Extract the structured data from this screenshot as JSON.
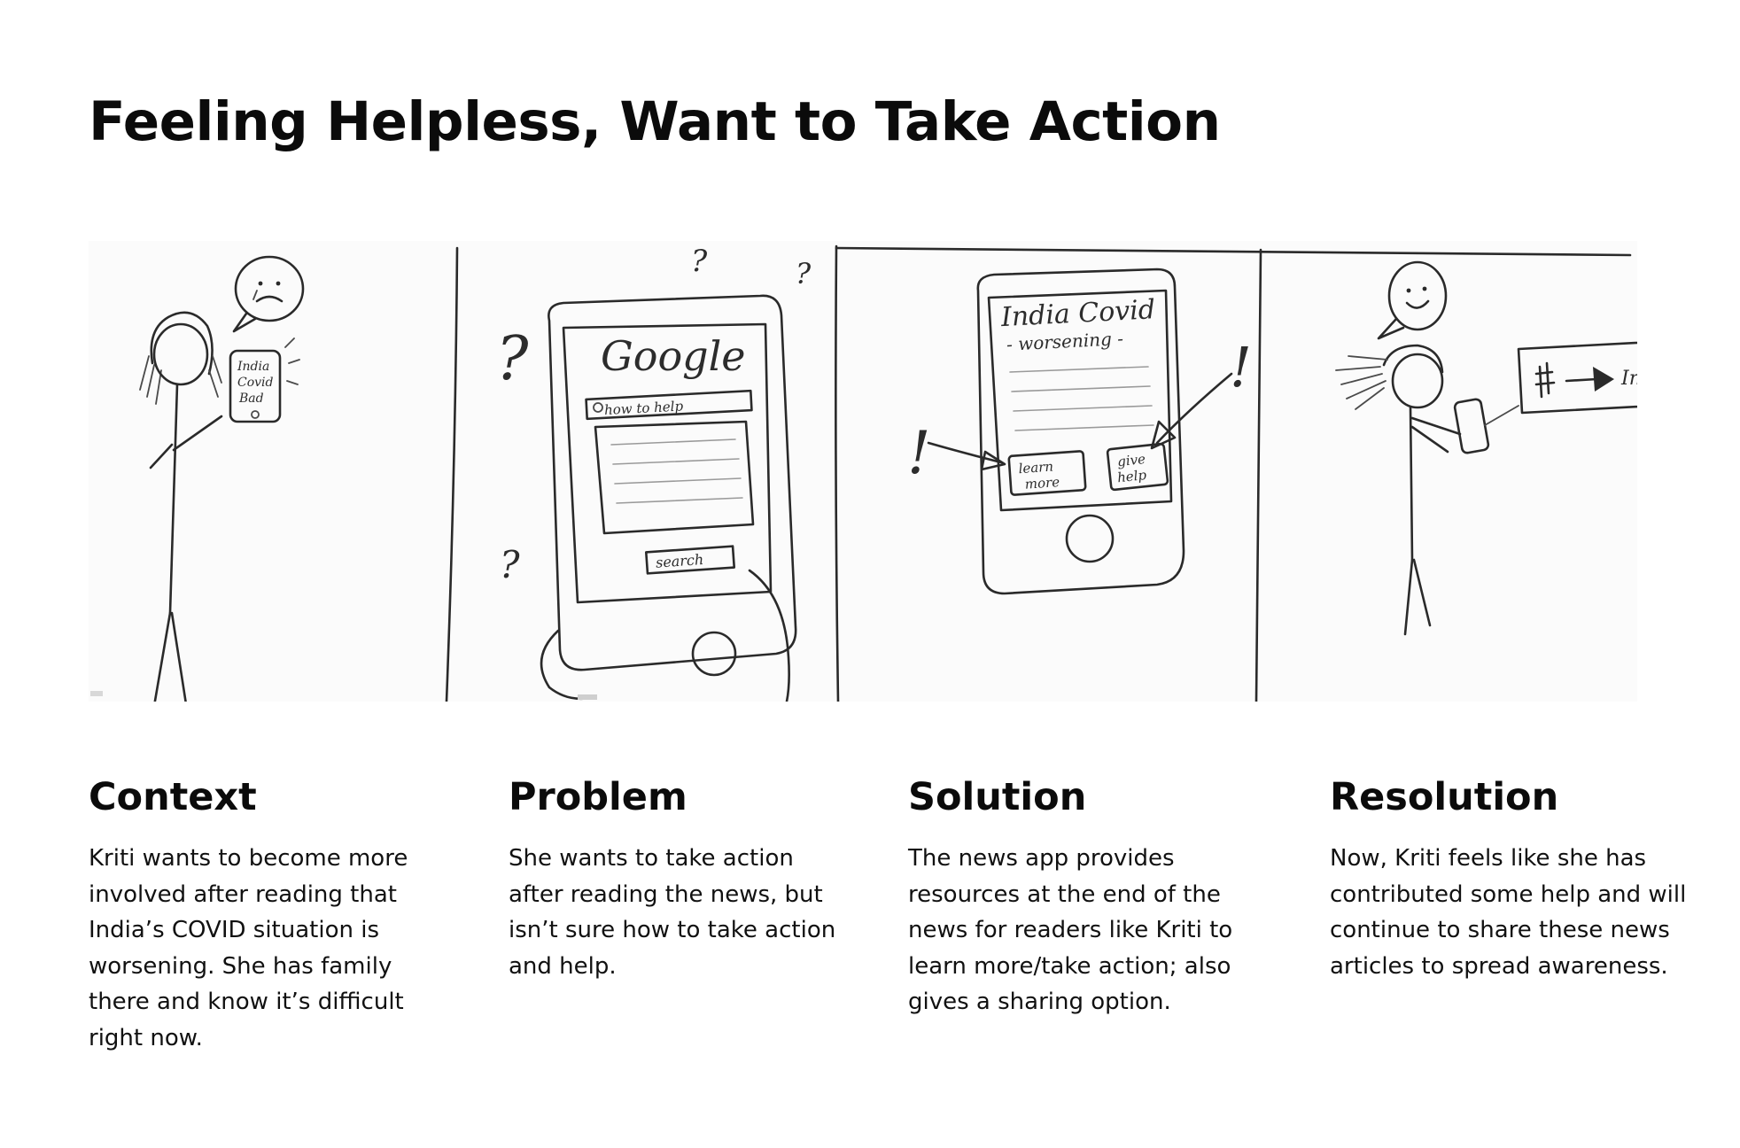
{
  "title": "Feeling Helpless, Want to Take Action",
  "storyboard": {
    "panel1": {
      "phone_text": [
        "India",
        "Covid",
        "Bad"
      ]
    },
    "panel2": {
      "logo": "Google",
      "search_query": "how to help",
      "search_button": "search",
      "marks": "?"
    },
    "panel3": {
      "headline": "India Covid",
      "subhead": "- worsening -",
      "button_learn": [
        "learn",
        "more"
      ],
      "button_give": [
        "give",
        "help"
      ],
      "marks": "!"
    },
    "panel4": {
      "share_destination": "India"
    }
  },
  "sections": [
    {
      "heading": "Context",
      "body": "Kriti wants to become more involved after reading that India’s COVID situation is worsening. She has family there and know it’s difficult right now."
    },
    {
      "heading": "Problem",
      "body": "She wants to take action after reading the news, but isn’t sure how to take action and help."
    },
    {
      "heading": "Solution",
      "body": "The news app provides resources at the end of the news for readers like Kriti to learn more/take action; also gives a sharing option."
    },
    {
      "heading": "Resolution",
      "body": "Now, Kriti feels like she has contributed some help and will continue to share these news articles to spread awareness."
    }
  ]
}
